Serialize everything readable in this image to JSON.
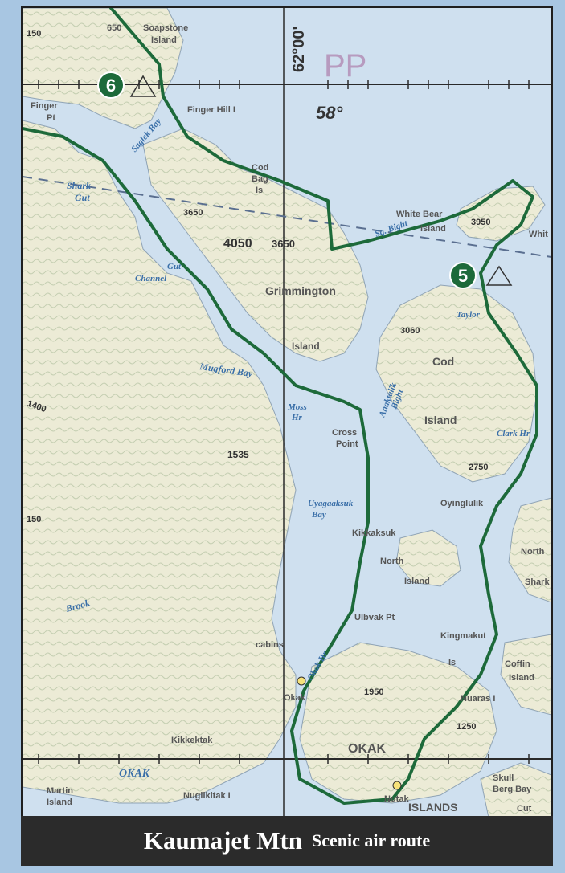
{
  "caption": {
    "title": "Kaumajet Mtn",
    "subtitle": "Scenic air route"
  },
  "grid": {
    "grid_code": "PP",
    "latitude_label": "62°00'",
    "longitude_label": "58°"
  },
  "waypoints": [
    {
      "number": "6"
    },
    {
      "number": "5"
    }
  ],
  "place_labels": [
    {
      "text": "650"
    },
    {
      "text": "Soapstone"
    },
    {
      "text": "Island"
    },
    {
      "text": "Finger"
    },
    {
      "text": "Pt"
    },
    {
      "text": "Finger Hill I"
    },
    {
      "text": "Shark"
    },
    {
      "text": "Gut"
    },
    {
      "text": "Cod"
    },
    {
      "text": "Bag"
    },
    {
      "text": "Is"
    },
    {
      "text": "White Bear"
    },
    {
      "text": "Island"
    },
    {
      "text": "Grimmington"
    },
    {
      "text": "Island"
    },
    {
      "text": "Cod"
    },
    {
      "text": "Island"
    },
    {
      "text": "Cross"
    },
    {
      "text": "Point"
    },
    {
      "text": "Oyinglulik"
    },
    {
      "text": "Kikkaksuk"
    },
    {
      "text": "North"
    },
    {
      "text": "North"
    },
    {
      "text": "Island"
    },
    {
      "text": "Shark"
    },
    {
      "text": "Ulbvak Pt"
    },
    {
      "text": "Kingmakut"
    },
    {
      "text": "Is"
    },
    {
      "text": "Coffin"
    },
    {
      "text": "Island"
    },
    {
      "text": "Nuaras I"
    },
    {
      "text": "cabins"
    },
    {
      "text": "Okak"
    },
    {
      "text": "Kikkektak"
    },
    {
      "text": "OKAK"
    },
    {
      "text": "Martin"
    },
    {
      "text": "Island"
    },
    {
      "text": "Nuglikitak I"
    },
    {
      "text": "Nutak"
    },
    {
      "text": "ISLANDS"
    },
    {
      "text": "Skull"
    },
    {
      "text": "Berg Bay"
    },
    {
      "text": "Cut"
    },
    {
      "text": "Whit"
    }
  ],
  "water_labels": [
    {
      "text": "Saglek Bay"
    },
    {
      "text": "Gut"
    },
    {
      "text": "Channel"
    },
    {
      "text": "Mugford Bay"
    },
    {
      "text": "Moss"
    },
    {
      "text": "Hr"
    },
    {
      "text": "Taylor"
    },
    {
      "text": "Clark Hr"
    },
    {
      "text": "Anaktalik"
    },
    {
      "text": "Bight"
    },
    {
      "text": "Uyagaaksuk"
    },
    {
      "text": "Bay"
    },
    {
      "text": "Okak Hr"
    },
    {
      "text": "Brook"
    },
    {
      "text": "OKAK"
    },
    {
      "text": "Sq. Bight"
    }
  ],
  "elevations": [
    {
      "text": "4050"
    },
    {
      "text": "3650"
    },
    {
      "text": "3650"
    },
    {
      "text": "3950"
    },
    {
      "text": "3060"
    },
    {
      "text": "2750"
    },
    {
      "text": "1535"
    },
    {
      "text": "1950"
    },
    {
      "text": "1250"
    },
    {
      "text": "150"
    },
    {
      "text": "1400"
    },
    {
      "text": "150"
    }
  ],
  "colors": {
    "route": "#1d6a3a",
    "water": "#cfe0ef",
    "land": "#f2f0e0",
    "relief": "#c8d2b8",
    "caption_bg": "#2b2b2b",
    "frame": "#a8c6e2"
  }
}
